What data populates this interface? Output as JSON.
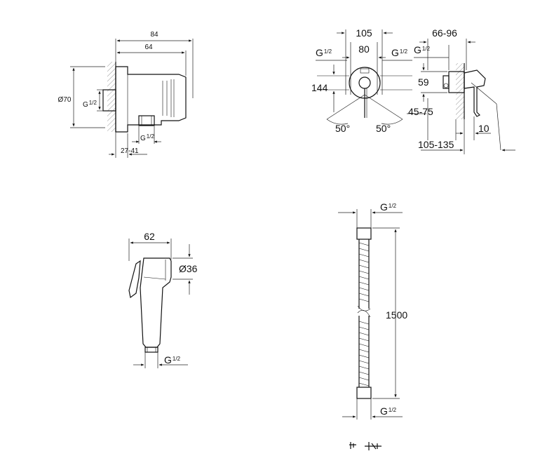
{
  "wall_outlet": {
    "dim_total": "84",
    "dim_body": "64",
    "dim_diameter": "Ø70",
    "dim_thread_left": "G",
    "dim_thread_left_frac": "1/2",
    "dim_thread_bottom": "G",
    "dim_thread_bottom_frac": "1/2",
    "dim_wall_range": "27-41"
  },
  "mixer": {
    "dim_width": "105",
    "dim_inner": "80",
    "dim_height": "144",
    "dim_thread_l": "G",
    "dim_thread_l_frac": "1/2",
    "dim_thread_r": "G",
    "dim_thread_r_frac": "1/2",
    "angle_left": "50°",
    "angle_right": "50°"
  },
  "mixer_side": {
    "dim_depth": "66-96",
    "dim_thread": "G",
    "dim_thread_frac": "1/2",
    "dim_height": "59",
    "dim_range": "45-75",
    "dim_wall": "10",
    "dim_total": "105-135"
  },
  "hand_spray": {
    "dim_length": "62",
    "dim_diameter": "Ø36",
    "dim_thread": "G",
    "dim_thread_frac": "1/2"
  },
  "hose": {
    "dim_thread_top": "G",
    "dim_thread_top_frac": "1/2",
    "dim_length": "1500",
    "dim_thread_bottom": "G",
    "dim_thread_bottom_frac": "1/2"
  }
}
